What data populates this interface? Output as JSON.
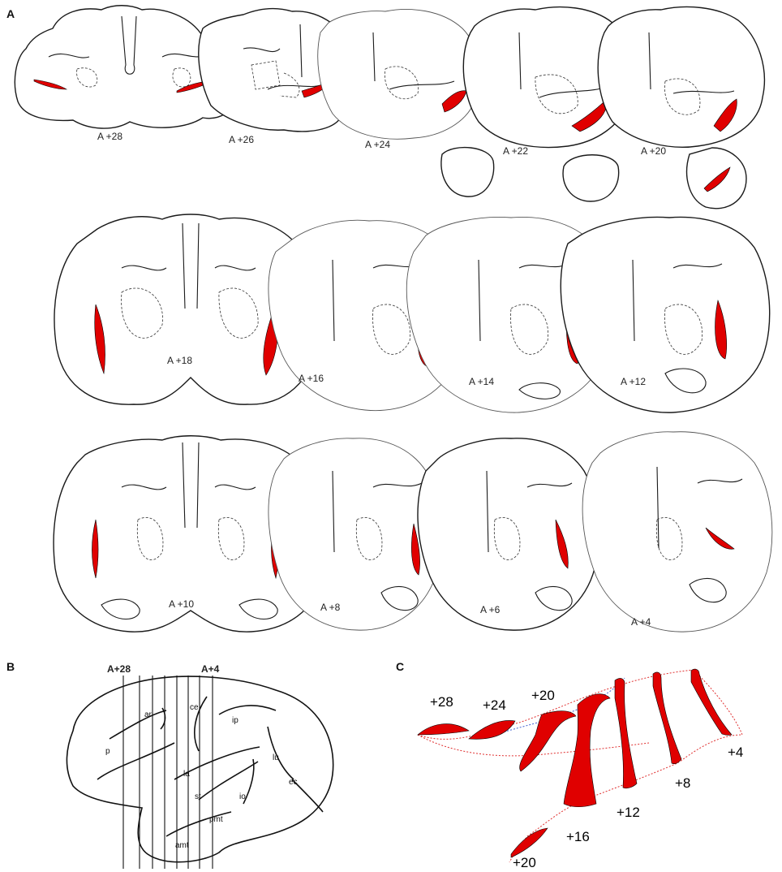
{
  "panels": {
    "a": "A",
    "b": "B",
    "c": "C"
  },
  "panel_a": {
    "sections": [
      "A +28",
      "A +26",
      "A +24",
      "A +22",
      "A +20",
      "A +18",
      "A +16",
      "A +14",
      "A +12",
      "A +10",
      "A +8",
      "A +6",
      "A +4"
    ]
  },
  "panel_b": {
    "range_start": "A+28",
    "range_end": "A+4",
    "sulci": [
      "ar",
      "ce",
      "ip",
      "p",
      "la",
      "lu",
      "st",
      "io",
      "ec",
      "pmt",
      "amt"
    ]
  },
  "panel_c": {
    "labels": [
      "+28",
      "+24",
      "+20",
      "+4",
      "+8",
      "+12",
      "+16",
      "+20"
    ]
  },
  "colors": {
    "claustrum": "#e00000",
    "outline": "#1a1a1a",
    "guide_red": "#e03030",
    "guide_blue": "#4060d0"
  }
}
